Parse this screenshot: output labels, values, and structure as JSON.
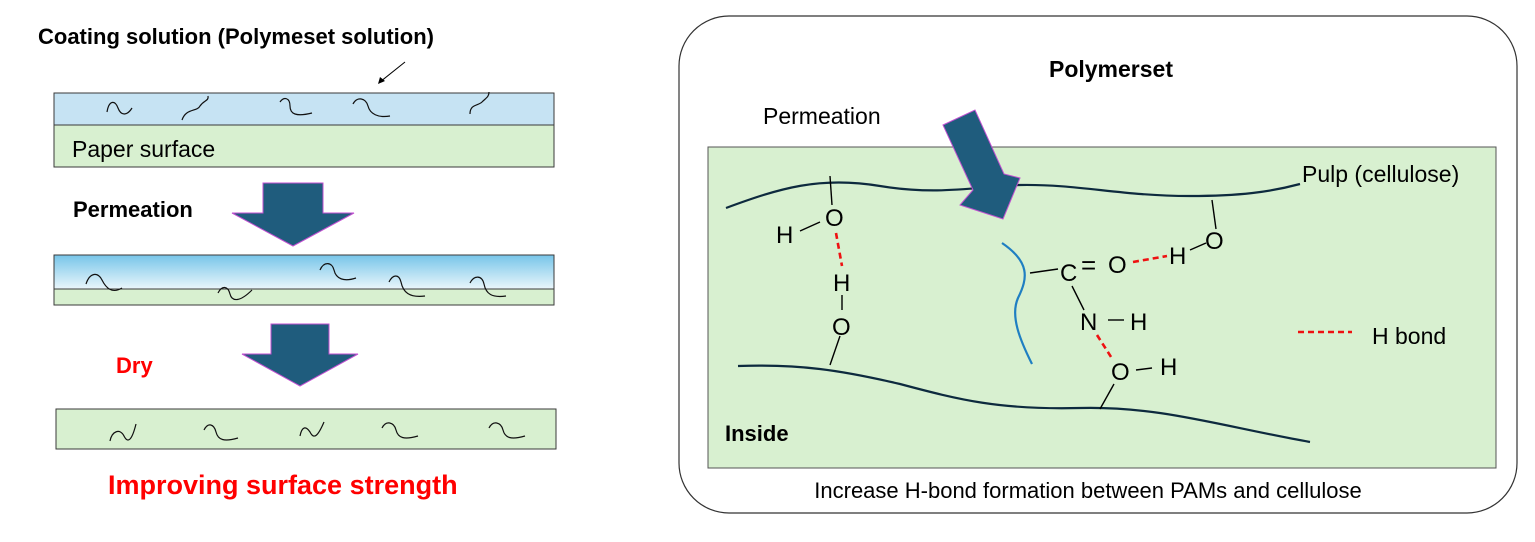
{
  "left_panel": {
    "coating_title": "Coating solution (Polymeset solution)",
    "paper_surface_label": "Paper surface",
    "permeation_label": "Permeation",
    "dry_label": "Dry",
    "result_label": "Improving surface strength"
  },
  "right_panel": {
    "title": "Polymerset",
    "permeation_label": "Permeation",
    "pulp_label": "Pulp (cellulose)",
    "inside_label": "Inside",
    "legend_label": "H bond",
    "caption": "Increase H-bond formation between PAMs and cellulose",
    "atoms": {
      "h1": "H",
      "o1": "O",
      "h2": "H",
      "o2": "O",
      "c": "C",
      "o_carbonyl": "O",
      "h_right": "H",
      "o_right": "O",
      "n": "N",
      "h_n": "H",
      "o_lower": "O",
      "h_lower": "H"
    },
    "bond_symbols": {
      "c_double_o": "="
    }
  },
  "colors": {
    "arrow_fill": "#1f5c7d",
    "coating_blue": "#c6e3f3",
    "paper_green": "#d8f0d0",
    "hbond_red": "#ee1111",
    "accent_red": "#ff0000",
    "polymer_blue": "#1f7fc2",
    "fiber_dark": "#0d2a3e"
  }
}
